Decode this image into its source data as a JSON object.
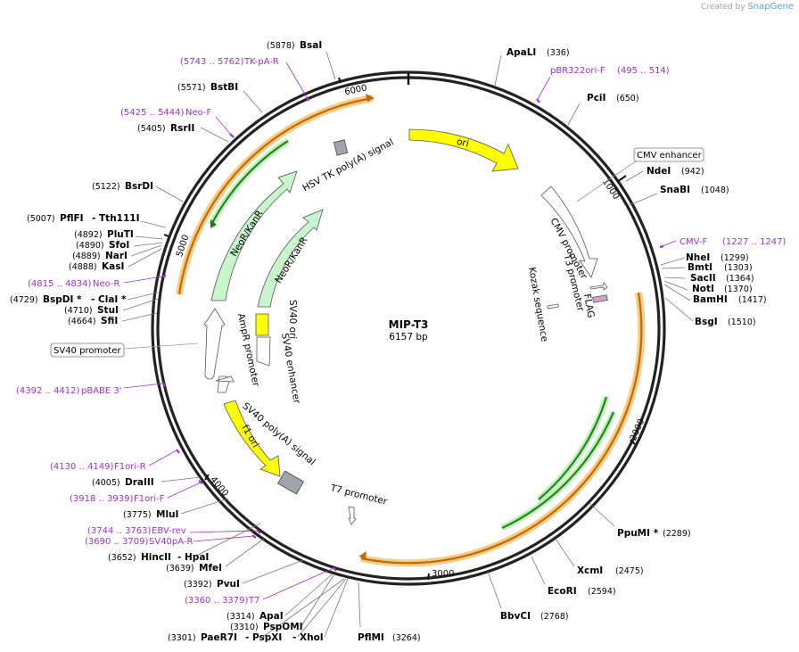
{
  "credit": {
    "prefix": "Created by",
    "brand": "SnapGene"
  },
  "plasmid": {
    "name": "MIP-T3",
    "size": "6157 bp"
  },
  "ticks": [
    "1000",
    "2000",
    "3000",
    "4000",
    "5000",
    "6000"
  ],
  "features": [
    {
      "label": "ori",
      "type": "ori",
      "color": "#ffff00"
    },
    {
      "label": "CMV enhancer",
      "color": "#ffffff"
    },
    {
      "label": "CMV promoter",
      "color": "#ffffff"
    },
    {
      "label": "T3 promoter",
      "color": "#ffffff"
    },
    {
      "label": "FLAG",
      "color": "#d0a0c0"
    },
    {
      "label": "Kozak sequence",
      "color": "#ffffff"
    },
    {
      "label": "T7 promoter",
      "color": "#ffffff"
    },
    {
      "label": "SV40 poly(A) signal",
      "color": "#a0a0a0"
    },
    {
      "label": "f1 ori",
      "color": "#ffff00"
    },
    {
      "label": "AmpR promoter",
      "color": "#ffffff"
    },
    {
      "label": "SV40 promoter",
      "color": "#ffffff"
    },
    {
      "label": "SV40 enhancer",
      "color": "#ffffff"
    },
    {
      "label": "SV40 ori",
      "color": "#ffff00"
    },
    {
      "label": "NeoR/KanR",
      "color": "#c8f5c8"
    },
    {
      "label": "HSV TK poly(A) signal",
      "color": "#a0a0a0"
    }
  ],
  "sites": [
    {
      "name": "BsaI",
      "pos": "(5878)"
    },
    {
      "name": "ApaLI",
      "pos": "(336)"
    },
    {
      "name": "PciI",
      "pos": "(650)"
    },
    {
      "name": "NdeI",
      "pos": "(942)"
    },
    {
      "name": "SnaBI",
      "pos": "(1048)"
    },
    {
      "name": "NheI",
      "pos": "(1299)"
    },
    {
      "name": "BmtI",
      "pos": "(1303)"
    },
    {
      "name": "SacII",
      "pos": "(1364)"
    },
    {
      "name": "NotI",
      "pos": "(1370)"
    },
    {
      "name": "BamHI",
      "pos": "(1417)"
    },
    {
      "name": "BsgI",
      "pos": "(1510)"
    },
    {
      "name": "PpuMI *",
      "pos": "(2289)"
    },
    {
      "name": "XcmI",
      "pos": "(2475)"
    },
    {
      "name": "EcoRI",
      "pos": "(2594)"
    },
    {
      "name": "BbvCI",
      "pos": "(2768)"
    },
    {
      "name": "PflMI",
      "pos": "(3264)"
    },
    {
      "name": "BstBI",
      "pos": "(5571)"
    },
    {
      "name": "RsrII",
      "pos": "(5405)"
    },
    {
      "name": "BsrDI",
      "pos": "(5122)"
    },
    {
      "name": "PflFI",
      "pos": "(5007)",
      "extra": "- Tth111I"
    },
    {
      "name": "PluTI",
      "pos": "(4892)"
    },
    {
      "name": "SfoI",
      "pos": "(4890)"
    },
    {
      "name": "NarI",
      "pos": "(4889)"
    },
    {
      "name": "KasI",
      "pos": "(4888)"
    },
    {
      "name": "BspDI *",
      "pos": "(4729)",
      "extra": "- ClaI *"
    },
    {
      "name": "StuI",
      "pos": "(4710)"
    },
    {
      "name": "SfiI",
      "pos": "(4664)"
    },
    {
      "name": "DraIII",
      "pos": "(4005)"
    },
    {
      "name": "MluI",
      "pos": "(3775)"
    },
    {
      "name": "HincII",
      "pos": "(3652)",
      "extra": "- HpaI"
    },
    {
      "name": "MfeI",
      "pos": "(3639)"
    },
    {
      "name": "PvuI",
      "pos": "(3392)"
    },
    {
      "name": "ApaI",
      "pos": "(3314)"
    },
    {
      "name": "PspOMI",
      "pos": "(3310)"
    },
    {
      "name": "PaeR7I",
      "pos": "(3301)",
      "extra1": "- PspXI",
      "extra2": "- XhoI"
    }
  ],
  "primers": [
    {
      "range": "(5743 .. 5762)",
      "name": "TK-pA-R"
    },
    {
      "range": "(495 .. 514)",
      "name": "pBR322ori-F"
    },
    {
      "range": "(5425 .. 5444)",
      "name": "Neo-F"
    },
    {
      "range": "(1227 .. 1247)",
      "name": "CMV-F"
    },
    {
      "range": "(4815 .. 4834)",
      "name": "Neo-R"
    },
    {
      "range": "(4392 .. 4412)",
      "name": "pBABE 3'"
    },
    {
      "range": "(4130 .. 4149)",
      "name": "F1ori-R"
    },
    {
      "range": "(3918 .. 3939)",
      "name": "F1ori-F"
    },
    {
      "range": "(3744 .. 3763)",
      "name": "EBV-rev"
    },
    {
      "range": "(3690 .. 3709)",
      "name": "SV40pA-R"
    },
    {
      "range": "(3360 .. 3379)",
      "name": "T7"
    }
  ]
}
